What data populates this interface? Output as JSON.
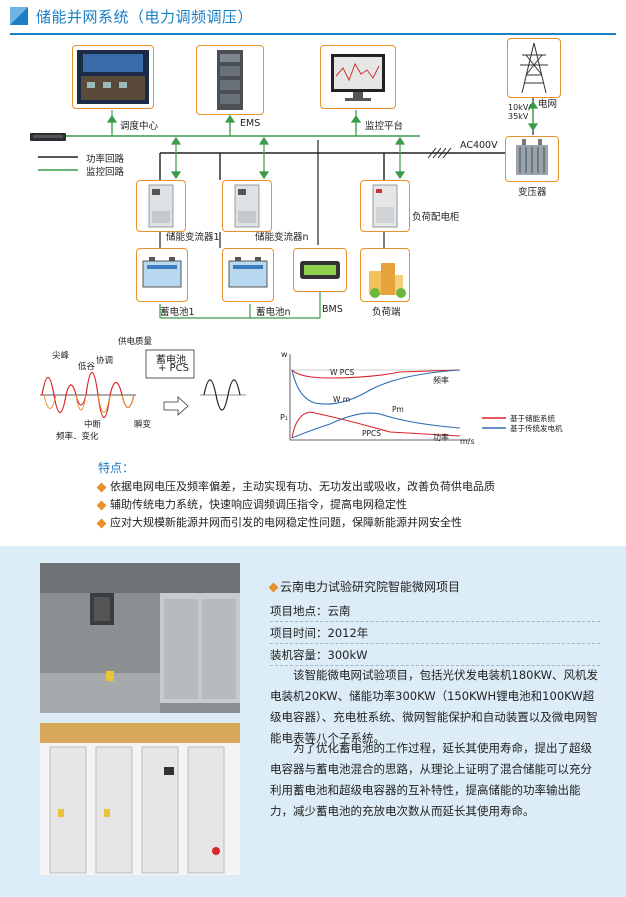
{
  "header": {
    "title": "储能并网系统（电力调频调压）"
  },
  "diagram": {
    "nodes": {
      "dispatch_center": "调度中心",
      "ems": "EMS",
      "monitoring": "监控平台",
      "grid": "电网",
      "voltage": "10kV/\n35kV",
      "ac_bus": "AC400V",
      "transformer": "变压器",
      "pcs1": "储能变流器1",
      "pcsn": "储能变流器n",
      "load_cabinet": "负荷配电柜",
      "battery1": "蓄电池1",
      "batteryn": "蓄电池n",
      "bms": "BMS",
      "load_end": "负荷端"
    },
    "legend": {
      "power": "功率回路",
      "monitor": "监控回路"
    }
  },
  "waveform": {
    "quality": "供电质量",
    "peak": "尖峰",
    "valley": "低谷",
    "harmonic": "协调",
    "interrupt": "中断",
    "freq_change": "频率．变化",
    "transient": "瞬变",
    "box_line1": "蓄电池",
    "box_line2": "+ PCS"
  },
  "response_chart": {
    "y_top": "w",
    "y_bottom": "P₁",
    "x_unit": "m/s",
    "label_wpcs": "W PCS",
    "label_wm": "W m",
    "label_pm": "Pm",
    "label_ppcs": "PPCS",
    "freq": "频率",
    "power": "功率",
    "legend": [
      {
        "name": "基于储能系统",
        "color": "#d9242b"
      },
      {
        "name": "基于传统发电机",
        "color": "#2f6fb5"
      }
    ]
  },
  "features": {
    "title": "特点：",
    "items": [
      "依据电网电压及频率偏差，主动实现有功、无功发出或吸收，改善负荷供电品质",
      "辅助传统电力系统，快速响应调频调压指令，提高电网稳定性",
      "应对大规模新能源并网而引发的电网稳定性问题，保障新能源并网安全性"
    ]
  },
  "project": {
    "title": "云南电力试验研究院智能微网项目",
    "location": "项目地点：云南",
    "time": "项目时间：2012年",
    "capacity": "装机容量：300kW",
    "para1": "该智能微电网试验项目，包括光伏发电装机180KW、风机发电装机20KW、储能功率300KW（150KWH锂电池和100KW超级电容器）、充电桩系统、微网智能保护和自动装置以及微电网智能电表等八个子系统。",
    "para2": "为了优化蓄电池的工作过程，延长其使用寿命，提出了超级电容器与蓄电池混合的思路，从理论上证明了混合储能可以充分利用蓄电池和超级电容器的互补特性，提高储能的功率输出能力，减少蓄电池的充放电次数从而延长其使用寿命。"
  },
  "colors": {
    "accent": "#1a7fc4",
    "orange": "#e8902a",
    "green_line": "#3a9a4a",
    "panel_bg": "#dcedf7"
  }
}
